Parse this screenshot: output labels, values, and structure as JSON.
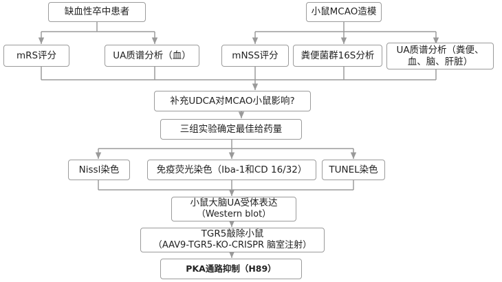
{
  "nodes": {
    "patients": "缺血性卒中患者",
    "mouse_model": "小鼠MCAO造模",
    "mrs": "mRS评分",
    "ua_blood": "UA质谱分析（血）",
    "mnss": "mNSS评分",
    "fecal_16s": "粪便菌群16S分析",
    "ua_multi_line1": "UA质谱分析（粪便、",
    "ua_multi_line2": "血、脑、肝脏）",
    "udca_question": "补充UDCA对MCAO小鼠影响?",
    "dose_exp": "三组实验确定最佳给药量",
    "nissl": "Nissl染色",
    "immuno": "免疫荧光染色（Iba-1和CD 16/32）",
    "tunel": "TUNEL染色",
    "receptor_line1": "小鼠大脑UA受体表达",
    "receptor_line2": "（Western blot）",
    "tgr5_line1": "TGR5敲除小鼠",
    "tgr5_line2": "（AAV9-TGR5-KO-CRISPR 脑室注射）",
    "pka": "PKA通路抑制（H89）"
  },
  "colors": {
    "border": "#9a9a9a",
    "line": "#9a9a9a",
    "text": "#222222"
  }
}
